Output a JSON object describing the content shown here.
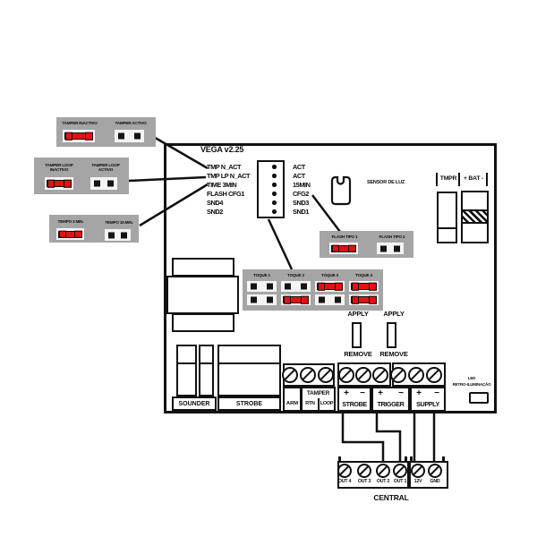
{
  "board": {
    "title": "VEGA v2.25"
  },
  "jumper_boxes": {
    "tamper": {
      "left_label": "TAMPER INACTIVO",
      "left_state": "closed",
      "right_label": "TAMPER ACTIVO",
      "right_state": "open"
    },
    "tamper_loop": {
      "left_label": "TAMPER LOOP\nINACTIVO",
      "left_state": "closed",
      "right_label": "TAMPER LOOP\nACTIVO",
      "right_state": "open"
    },
    "tempo": {
      "left_label": "TEMPO 3 MIN.",
      "left_state": "closed",
      "right_label": "TEMPO 15 MIN.",
      "right_state": "open"
    }
  },
  "pin_header": {
    "left_labels": [
      "TMP N_ACT",
      "TMP LP N_ACT",
      "TIME 3MIN",
      "FLASH CFG1",
      "SND4",
      "SND2"
    ],
    "right_labels": [
      "ACT",
      "ACT",
      "15MIN",
      "CFG2",
      "SND3",
      "SND1"
    ]
  },
  "light_sensor": {
    "label": "SENSOR DE LUZ"
  },
  "top_connectors": {
    "tmpr_label": "TMPR",
    "bat_label": "+ BAT -"
  },
  "flash_box": {
    "left_label": "FLASH TIPO 1",
    "left_state": "closed",
    "right_label": "FLASH TIPO 2",
    "right_state": "open"
  },
  "toque_box": {
    "columns": [
      {
        "label": "TOQUE 1",
        "top": "open",
        "bottom": "open"
      },
      {
        "label": "TOQUE 2",
        "top": "open",
        "bottom": "closed"
      },
      {
        "label": "TOQUE 3",
        "top": "closed",
        "bottom": "open"
      },
      {
        "label": "TOQUE 4",
        "top": "closed",
        "bottom": "closed"
      }
    ]
  },
  "strobe_jumper": {
    "apply": "APPLY",
    "remove": "REMOVE"
  },
  "trigger_jumper": {
    "apply": "APPLY",
    "remove": "REMOVE"
  },
  "outputs": {
    "sounder_label": "SOUNDER",
    "strobe_label": "STROBE"
  },
  "terminal_strip": {
    "tamper": {
      "header": "TAMPER",
      "arm": "ARM",
      "rtn": "RTN",
      "loop": "LOOP"
    },
    "strobe": {
      "plus": "+",
      "minus": "−",
      "label": "STROBE"
    },
    "trigger": {
      "plus": "+",
      "minus": "−",
      "label": "TRIGGER"
    },
    "supply": {
      "plus": "+",
      "minus": "−",
      "label": "SUPPLY"
    }
  },
  "backlight_led": {
    "label": "LED\nRETRO-ILUMINAÇÃO"
  },
  "central_connector": {
    "terminals": [
      "OUT 4",
      "OUT 3",
      "OUT 2",
      "OUT 1",
      "12V",
      "GND"
    ],
    "caption": "CENTRAL"
  },
  "colors": {
    "jumper_red": "#e31111",
    "box_gray": "#a5a5a5",
    "line_black": "#111111"
  }
}
